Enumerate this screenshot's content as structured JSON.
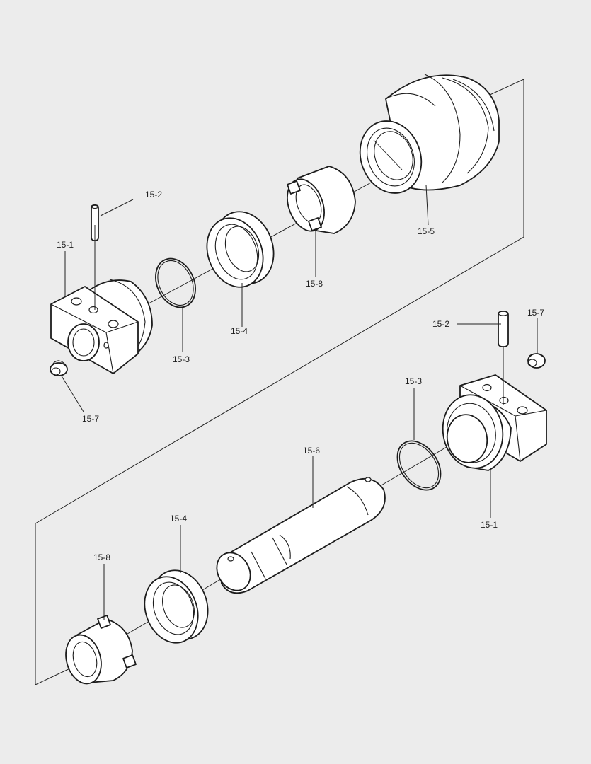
{
  "diagram": {
    "background": "#ececec",
    "line_color": "#1c1c1c",
    "callouts": {
      "upper_15_1": "15-1",
      "upper_15_2": "15-2",
      "upper_15_3": "15-3",
      "upper_15_4": "15-4",
      "upper_15_5": "15-5",
      "upper_15_7": "15-7",
      "upper_15_8": "15-8",
      "lower_15_1": "15-1",
      "lower_15_2": "15-2",
      "lower_15_3": "15-3",
      "lower_15_4": "15-4",
      "lower_15_6": "15-6",
      "lower_15_7": "15-7",
      "lower_15_8": "15-8"
    }
  }
}
